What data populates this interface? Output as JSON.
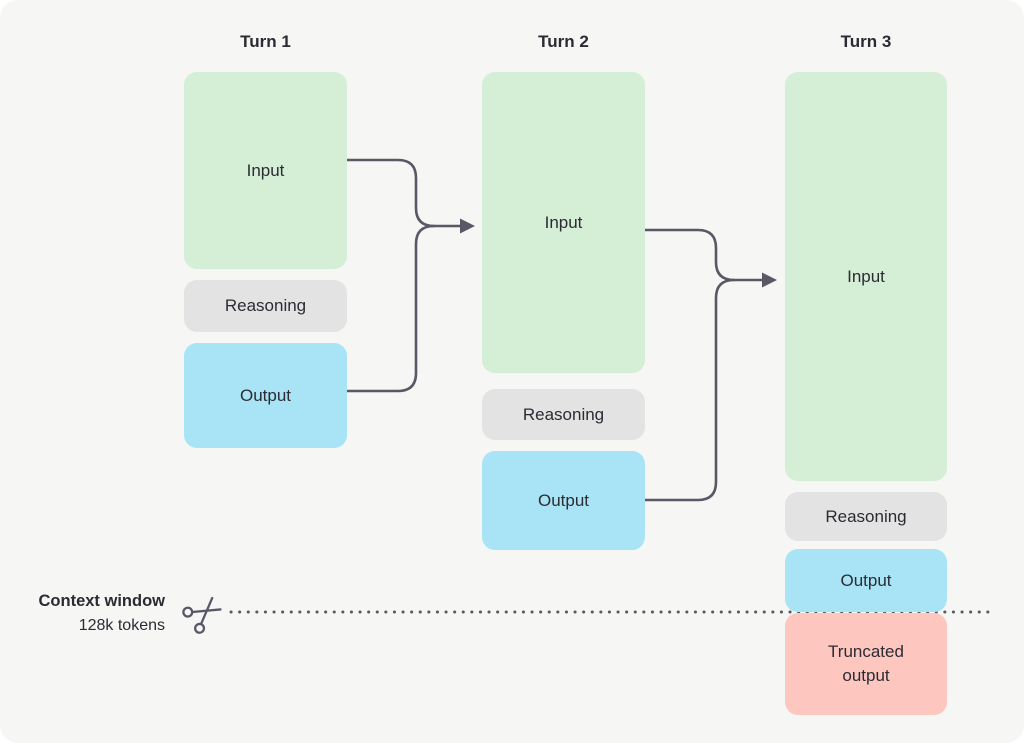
{
  "diagram": {
    "turns": [
      {
        "label": "Turn 1",
        "blocks": {
          "input": "Input",
          "reasoning": "Reasoning",
          "output": "Output"
        }
      },
      {
        "label": "Turn 2",
        "blocks": {
          "input": "Input",
          "reasoning": "Reasoning",
          "output": "Output"
        }
      },
      {
        "label": "Turn 3",
        "blocks": {
          "input": "Input",
          "reasoning": "Reasoning",
          "output": "Output",
          "truncated": "Truncated output"
        }
      }
    ],
    "context_window": {
      "title": "Context window",
      "subtitle": "128k tokens"
    },
    "icons": {
      "scissors": "scissors-icon"
    },
    "colors": {
      "background": "#f6f6f4",
      "input": "#d5efd7",
      "reasoning": "#e3e3e3",
      "output": "#a9e4f6",
      "truncated": "#fdc7bf",
      "arrow": "#585866",
      "text": "#2b2b33"
    }
  }
}
